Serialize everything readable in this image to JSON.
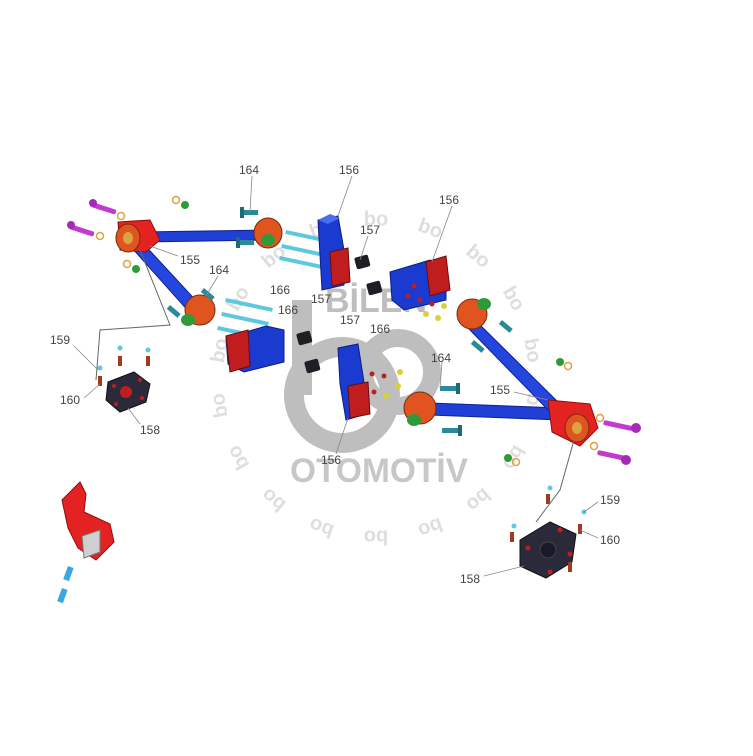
{
  "watermark": {
    "brand": "BİLEN",
    "sub": "OTOMOTİV",
    "monogram": "bo",
    "color": "#7a7a7a"
  },
  "colors": {
    "arm": "#1f3fd6",
    "arm_light": "#4a6cf0",
    "bushing": "#e0551f",
    "bushing_center": "#2e7d32",
    "bracket_blue": "#1a3ad0",
    "bracket_red": "#c01e1e",
    "mount": "#2a2a3a",
    "bolt_magenta": "#c23ad0",
    "bolt_cyan": "#5ec8e0",
    "bolt_teal": "#2a8a9a",
    "nut_green": "#2e9a3a",
    "washer": "#d9a441",
    "red_part": "#e52222"
  },
  "labels": [
    {
      "id": "l164a",
      "text": "164"
    },
    {
      "id": "l156a",
      "text": "156"
    },
    {
      "id": "l156b",
      "text": "156"
    },
    {
      "id": "l157a",
      "text": "157"
    },
    {
      "id": "l155a",
      "text": "155"
    },
    {
      "id": "l164b",
      "text": "164"
    },
    {
      "id": "l166a",
      "text": "166"
    },
    {
      "id": "l166b",
      "text": "166"
    },
    {
      "id": "l157b",
      "text": "157"
    },
    {
      "id": "l157c",
      "text": "157"
    },
    {
      "id": "l166c",
      "text": "166"
    },
    {
      "id": "l159a",
      "text": "159"
    },
    {
      "id": "l160a",
      "text": "160"
    },
    {
      "id": "l158a",
      "text": "158"
    },
    {
      "id": "l164c",
      "text": "164"
    },
    {
      "id": "l155b",
      "text": "155"
    },
    {
      "id": "l156c",
      "text": "156"
    },
    {
      "id": "l159b",
      "text": "159"
    },
    {
      "id": "l160b",
      "text": "160"
    },
    {
      "id": "l158b",
      "text": "158"
    }
  ]
}
